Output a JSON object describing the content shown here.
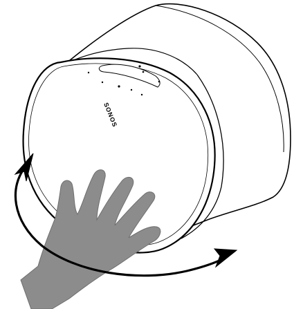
{
  "product": {
    "brand_logo_text": "SONOS"
  },
  "illustration": {
    "subject": "speaker",
    "gesture": "hand-rotate",
    "arrow_direction": "clockwise"
  },
  "colors": {
    "line": "#000000",
    "speaker_fill": "#ffffff",
    "hand_fill": "#8c8c8c",
    "hand_stroke": "#6e6e6e",
    "background": "#ffffff"
  }
}
